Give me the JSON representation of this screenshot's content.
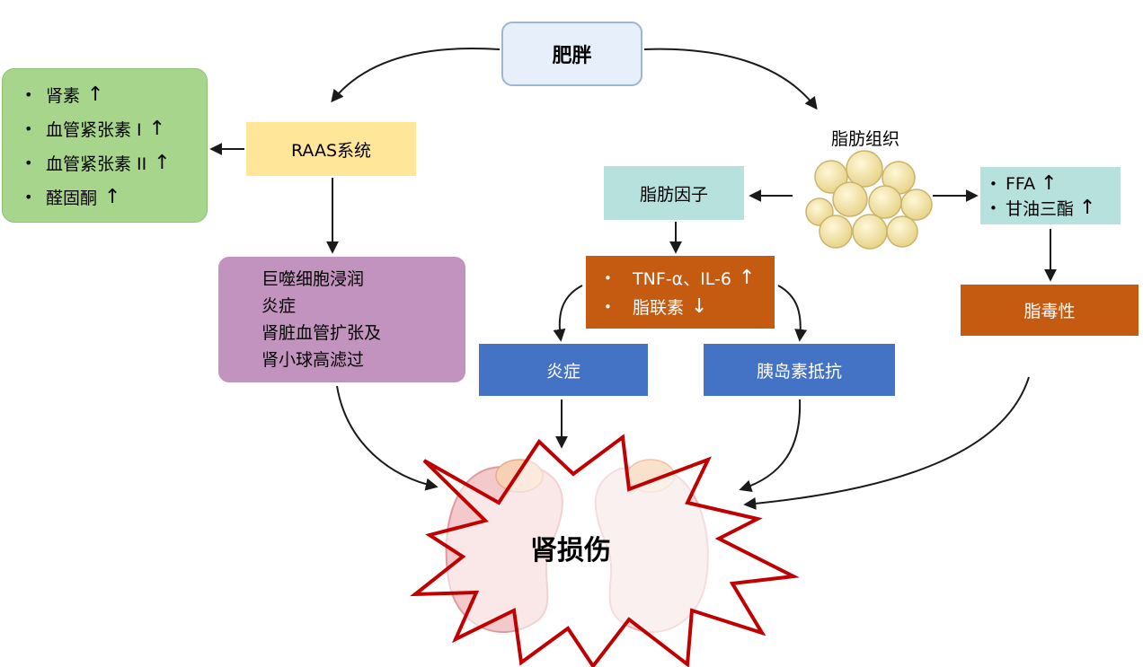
{
  "nodes": {
    "obesity": "肥胖",
    "raas": "RAAS系统",
    "hormones": [
      "肾素",
      "血管紧张素 I",
      "血管紧张素 II",
      "醛固酮"
    ],
    "up_arrow": "↑",
    "down_arrow": "↓",
    "bullet": "•",
    "macro": [
      "巨噬细胞浸润",
      "炎症",
      "肾脏血管扩张及",
      "肾小球高滤过"
    ],
    "adipose_tissue": "脂肪组织",
    "adipokine": "脂肪因子",
    "ffa_items": [
      "FFA",
      "甘油三酯"
    ],
    "cytokines": [
      "TNF-α、IL-6",
      "脂联素"
    ],
    "lipotoxicity": "脂毒性",
    "inflammation": "炎症",
    "insulin_resistance": "胰岛素抵抗",
    "kidney_injury": "肾损伤"
  },
  "colors": {
    "obesity_fill": "#e7f0fa",
    "hormone_fill": "#a8d58c",
    "raas_fill": "#ffe699",
    "macro_fill": "#c293be",
    "teal_fill": "#b7e1dd",
    "orange_fill": "#c55a11",
    "blue_fill": "#4472c4",
    "burst_stroke": "#c00000"
  }
}
